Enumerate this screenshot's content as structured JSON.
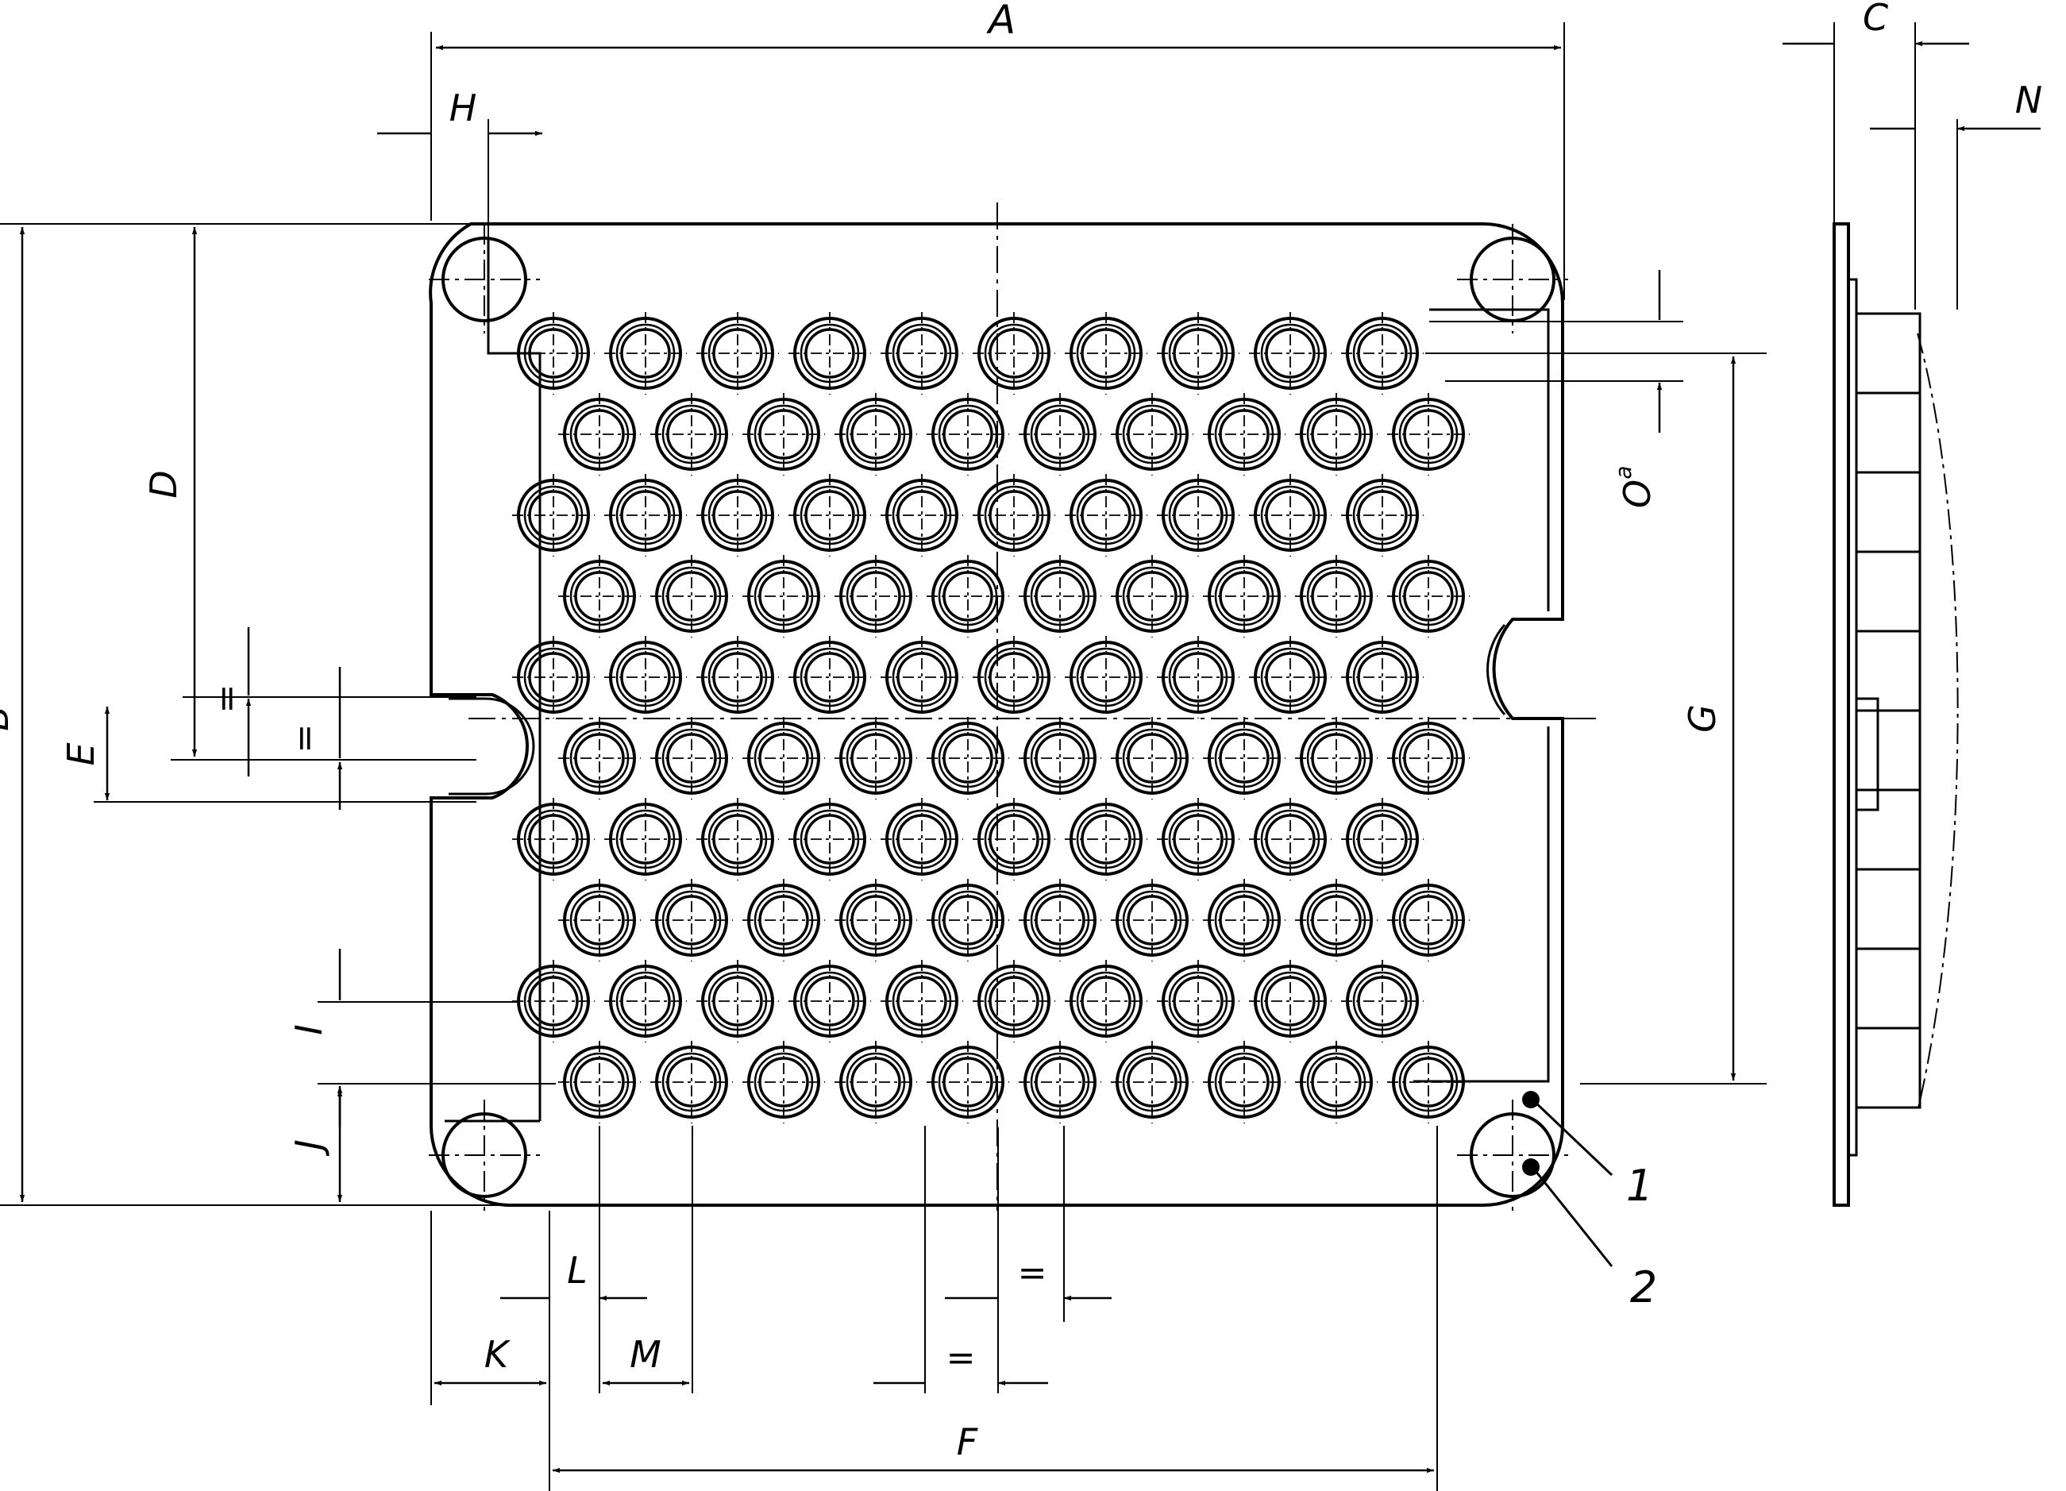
{
  "dimensions": {
    "A": "A",
    "B": "B",
    "C": "C",
    "D": "D",
    "E": "E",
    "F": "F",
    "G": "G",
    "H": "H",
    "I": "I",
    "J": "J",
    "K": "K",
    "L": "L",
    "M": "M",
    "N": "N",
    "O": "O",
    "O_sup": "a"
  },
  "equal_mark": "=",
  "callouts": {
    "one": "1",
    "two": "2"
  },
  "grid": {
    "rows": 10,
    "holes_per_row": 10
  }
}
